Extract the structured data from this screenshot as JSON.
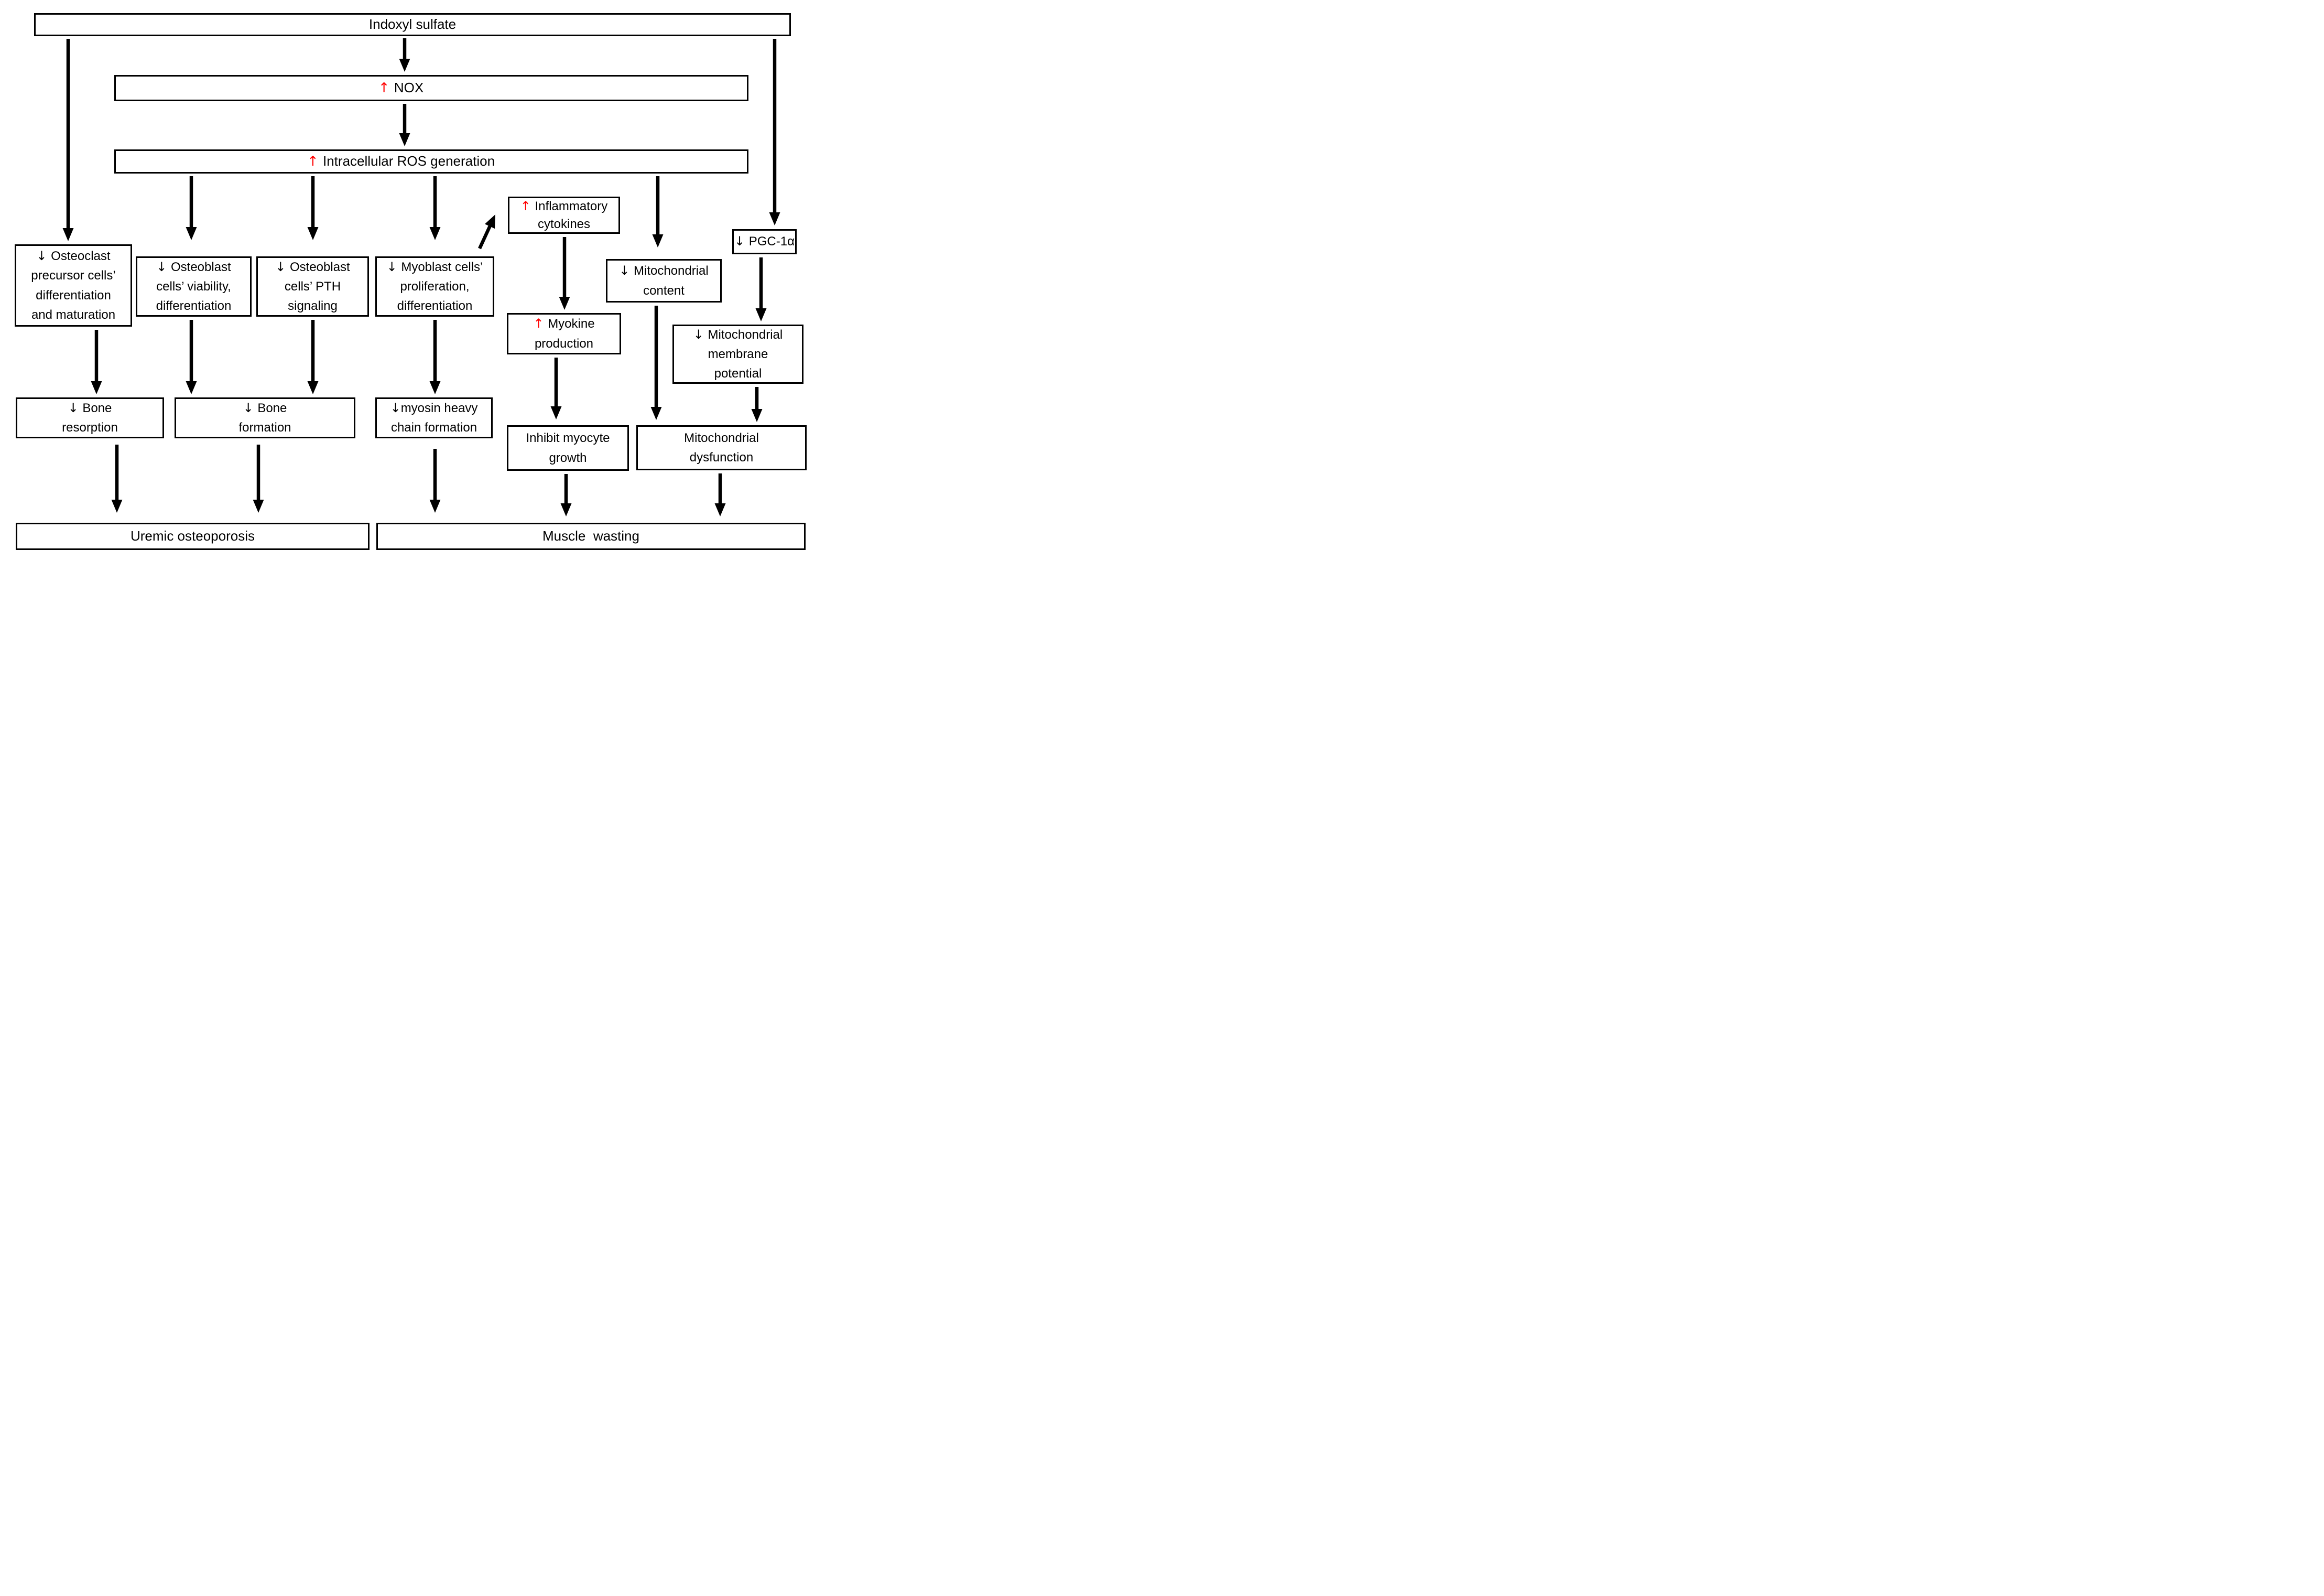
{
  "colors": {
    "background": "#ffffff",
    "box_border": "#000000",
    "text": "#000000",
    "increase_arrow": "#ff0000",
    "decrease_arrow": "#000000",
    "connector": "#000000"
  },
  "nodes": {
    "indoxyl_sulfate": {
      "arrow": "",
      "trend": "none",
      "label": "Indoxyl sulfate"
    },
    "nox": {
      "arrow": "↑ ",
      "trend": "increase",
      "label": "NOX"
    },
    "ros": {
      "arrow": "↑ ",
      "trend": "increase",
      "label": "Intracellular ROS generation"
    },
    "osteoclast": {
      "arrow": "↓ ",
      "trend": "decrease",
      "label": "Osteoclast\nprecursor cells’\ndifferentiation\nand maturation"
    },
    "osteoblast_viability": {
      "arrow": "↓ ",
      "trend": "decrease",
      "label": "Osteoblast\ncells’ viability,\ndifferentiation"
    },
    "osteoblast_pth": {
      "arrow": "↓ ",
      "trend": "decrease",
      "label": "Osteoblast\ncells’ PTH\nsignaling"
    },
    "myoblast": {
      "arrow": "↓ ",
      "trend": "decrease",
      "label": "Myoblast cells’\nproliferation,\ndifferentiation"
    },
    "inflammatory_cytokines": {
      "arrow": "↑ ",
      "trend": "increase",
      "label": "Inflammatory\ncytokines"
    },
    "pgc1a": {
      "arrow": "↓ ",
      "trend": "decrease",
      "label": "PGC-1α"
    },
    "mitochondrial_content": {
      "arrow": "↓ ",
      "trend": "decrease",
      "label": "Mitochondrial\ncontent"
    },
    "myokine_production": {
      "arrow": "↑ ",
      "trend": "increase",
      "label": "Myokine\nproduction"
    },
    "mitochondrial_membrane_potential": {
      "arrow": "↓ ",
      "trend": "decrease",
      "label": "Mitochondrial\nmembrane\npotential"
    },
    "bone_resorption": {
      "arrow": "↓ ",
      "trend": "decrease",
      "label": "Bone\nresorption"
    },
    "bone_formation": {
      "arrow": "↓ ",
      "trend": "decrease",
      "label": "Bone\nformation"
    },
    "myosin_heavy_chain": {
      "arrow": "↓",
      "trend": "decrease",
      "label": "myosin heavy\nchain formation"
    },
    "inhibit_myocyte_growth": {
      "arrow": "",
      "trend": "none",
      "label": "Inhibit myocyte\ngrowth"
    },
    "mitochondrial_dysfunction": {
      "arrow": "",
      "trend": "none",
      "label": "Mitochondrial\ndysfunction"
    },
    "uremic_osteoporosis": {
      "arrow": "",
      "trend": "none",
      "label": "Uremic osteoporosis"
    },
    "muscle_wasting": {
      "arrow": "",
      "trend": "none",
      "label": "Muscle  wasting"
    }
  },
  "edges": [
    {
      "from": "indoxyl_sulfate",
      "to": "nox"
    },
    {
      "from": "nox",
      "to": "ros"
    },
    {
      "from": "indoxyl_sulfate",
      "to": "osteoclast"
    },
    {
      "from": "indoxyl_sulfate",
      "to": "pgc1a"
    },
    {
      "from": "ros",
      "to": "osteoblast_viability"
    },
    {
      "from": "ros",
      "to": "osteoblast_pth"
    },
    {
      "from": "ros",
      "to": "myoblast"
    },
    {
      "from": "ros",
      "to": "mitochondrial_content"
    },
    {
      "from": "myoblast",
      "to": "inflammatory_cytokines"
    },
    {
      "from": "inflammatory_cytokines",
      "to": "myokine_production"
    },
    {
      "from": "myokine_production",
      "to": "inhibit_myocyte_growth"
    },
    {
      "from": "mitochondrial_content",
      "to": "mitochondrial_dysfunction"
    },
    {
      "from": "pgc1a",
      "to": "mitochondrial_membrane_potential"
    },
    {
      "from": "mitochondrial_membrane_potential",
      "to": "mitochondrial_dysfunction"
    },
    {
      "from": "osteoclast",
      "to": "bone_resorption"
    },
    {
      "from": "osteoblast_viability",
      "to": "bone_formation"
    },
    {
      "from": "osteoblast_pth",
      "to": "bone_formation"
    },
    {
      "from": "myoblast",
      "to": "myosin_heavy_chain"
    },
    {
      "from": "bone_resorption",
      "to": "uremic_osteoporosis"
    },
    {
      "from": "bone_formation",
      "to": "uremic_osteoporosis"
    },
    {
      "from": "myosin_heavy_chain",
      "to": "muscle_wasting"
    },
    {
      "from": "inhibit_myocyte_growth",
      "to": "muscle_wasting"
    },
    {
      "from": "mitochondrial_dysfunction",
      "to": "muscle_wasting"
    }
  ]
}
